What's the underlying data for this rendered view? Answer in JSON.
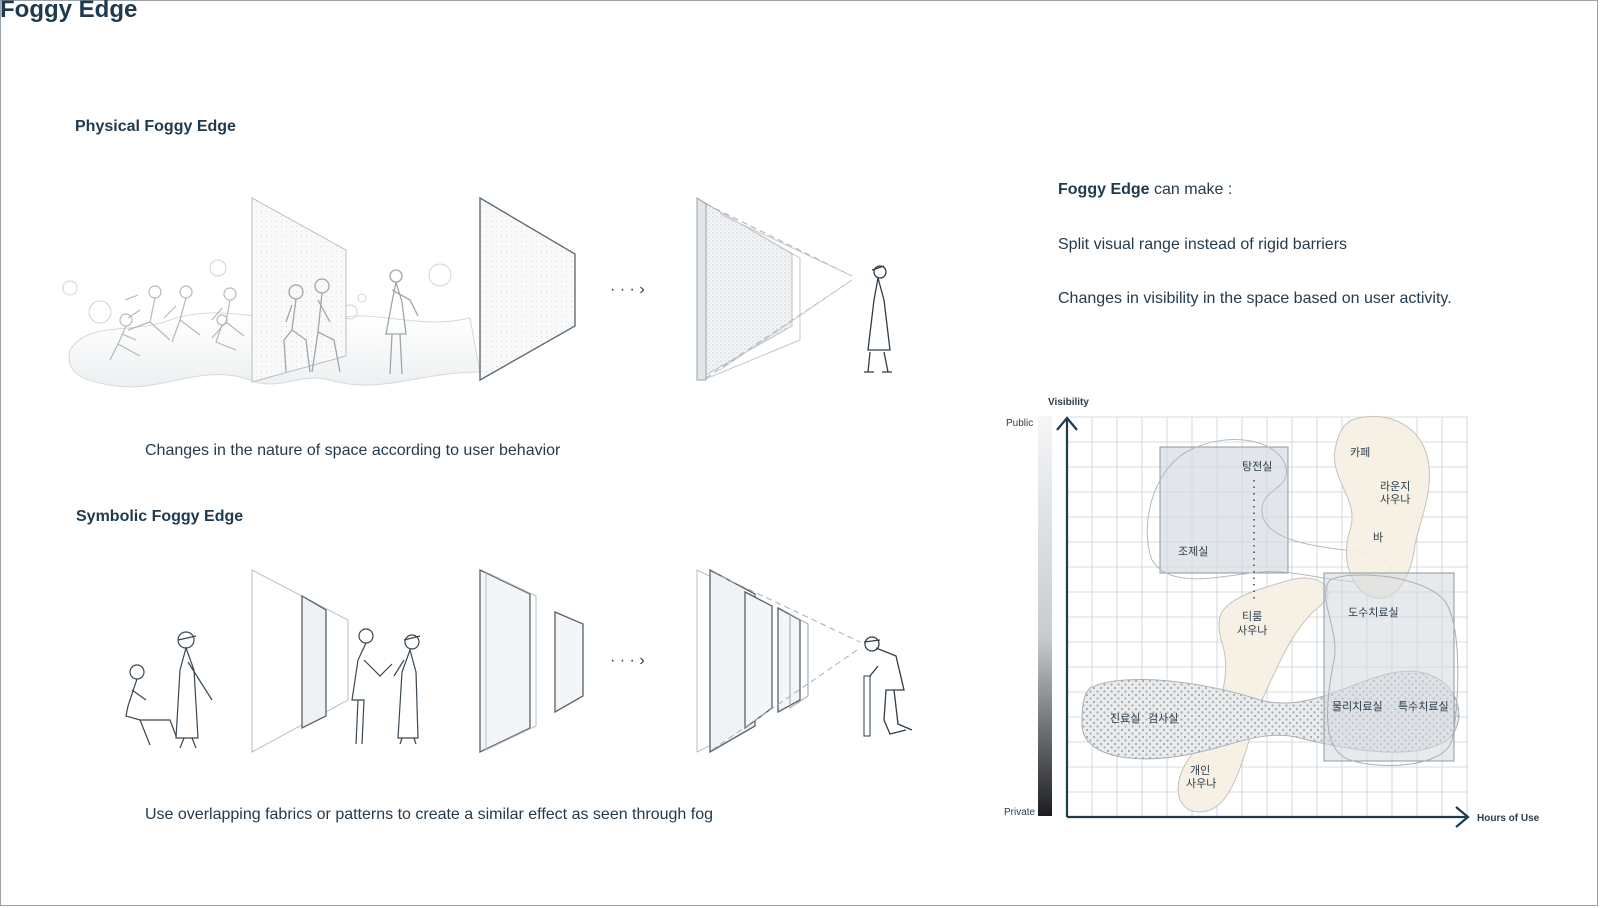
{
  "page": {
    "title": "Foggy Edge"
  },
  "physical": {
    "heading": "Physical Foggy Edge",
    "caption": "Changes in the nature of space according to user behavior",
    "arrow": "· · · ›"
  },
  "symbolic": {
    "heading": "Symbolic Foggy Edge",
    "caption": "Use overlapping fabrics or patterns to create a similar effect as seen through fog",
    "arrow": "· · · ›"
  },
  "notes": {
    "lead_bold": "Foggy Edge",
    "lead_rest": " can make :",
    "line1": "Split visual range instead of rigid barriers",
    "line2": "Changes in visibility in the space based on user activity."
  },
  "diagram": {
    "y_axis_title": "Visibility",
    "y_top": "Public",
    "y_bottom": "Private",
    "x_axis_title": "Hours of Use",
    "zones": [
      {
        "label": "카페"
      },
      {
        "label": "라운지"
      },
      {
        "label": "사우나"
      },
      {
        "label": "바"
      },
      {
        "label": "탕전실"
      },
      {
        "label": "조제실"
      },
      {
        "label": "티룸"
      },
      {
        "label": "사우나"
      },
      {
        "label": "도수치료실"
      },
      {
        "label": "물리치료실"
      },
      {
        "label": "특수치료실"
      },
      {
        "label": "진료실"
      },
      {
        "label": "검사실"
      },
      {
        "label": "개인"
      },
      {
        "label": "사우나"
      }
    ]
  },
  "colors": {
    "ink": "#1d3a4f",
    "panel_fill": "#eef0f1",
    "zone_beige": "#f6efe2",
    "zone_gray": "#d3d9de"
  }
}
